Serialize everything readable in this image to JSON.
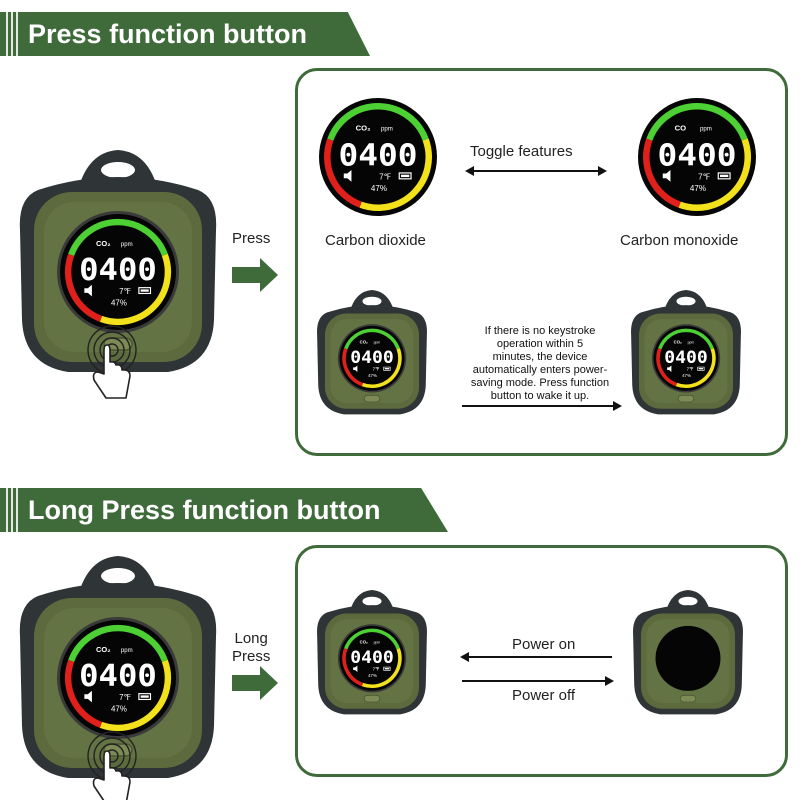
{
  "section1": {
    "title": "Press function button",
    "press_label": "Press",
    "toggle_label": "Toggle features",
    "co2_caption": "Carbon dioxide",
    "co_caption": "Carbon monoxide",
    "sleep_note_lines": [
      "If there is no keystroke",
      "operation within 5",
      "minutes, the device",
      "automatically enters power-",
      "saving mode. Press function",
      "button to wake it up."
    ]
  },
  "section2": {
    "title": "Long Press function button",
    "long_press_lines": [
      "Long",
      "Press"
    ],
    "power_on_label": "Power on",
    "power_off_label": "Power off"
  },
  "display": {
    "reading": "0400",
    "co2_label": "CO₂",
    "co_label": "CO",
    "unit": "ppm",
    "temp": "7℉",
    "humidity": "47%"
  },
  "colors": {
    "brand_green": "#3f6b3a",
    "device_body": "#5c6a3d",
    "device_rim": "#2f3437",
    "gauge_green": "#4cd034",
    "gauge_yellow": "#f3e21b",
    "gauge_red": "#e0201b"
  },
  "icons": [
    "fingerprint-press-icon",
    "right-arrow-icon",
    "speaker-icon",
    "battery-icon"
  ]
}
